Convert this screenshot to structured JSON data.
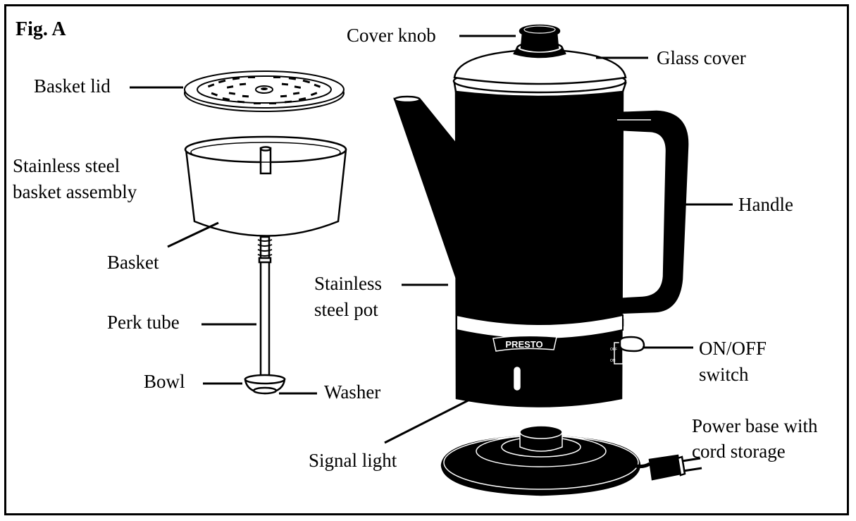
{
  "figure": {
    "title": "Fig. A",
    "brand": "PRESTO",
    "switch_marks": [
      "OFF",
      "ON"
    ]
  },
  "labels": {
    "cover_knob": "Cover knob",
    "glass_cover": "Glass cover",
    "basket_lid": "Basket lid",
    "basket_assembly_1": "Stainless steel",
    "basket_assembly_2": "basket assembly",
    "handle": "Handle",
    "basket": "Basket",
    "pot_1": "Stainless",
    "pot_2": "steel pot",
    "perk_tube": "Perk tube",
    "on_off_1": "ON/OFF",
    "on_off_2": "switch",
    "bowl": "Bowl",
    "washer": "Washer",
    "power_base_1": "Power base with",
    "power_base_2": "cord storage",
    "signal_light": "Signal light"
  }
}
